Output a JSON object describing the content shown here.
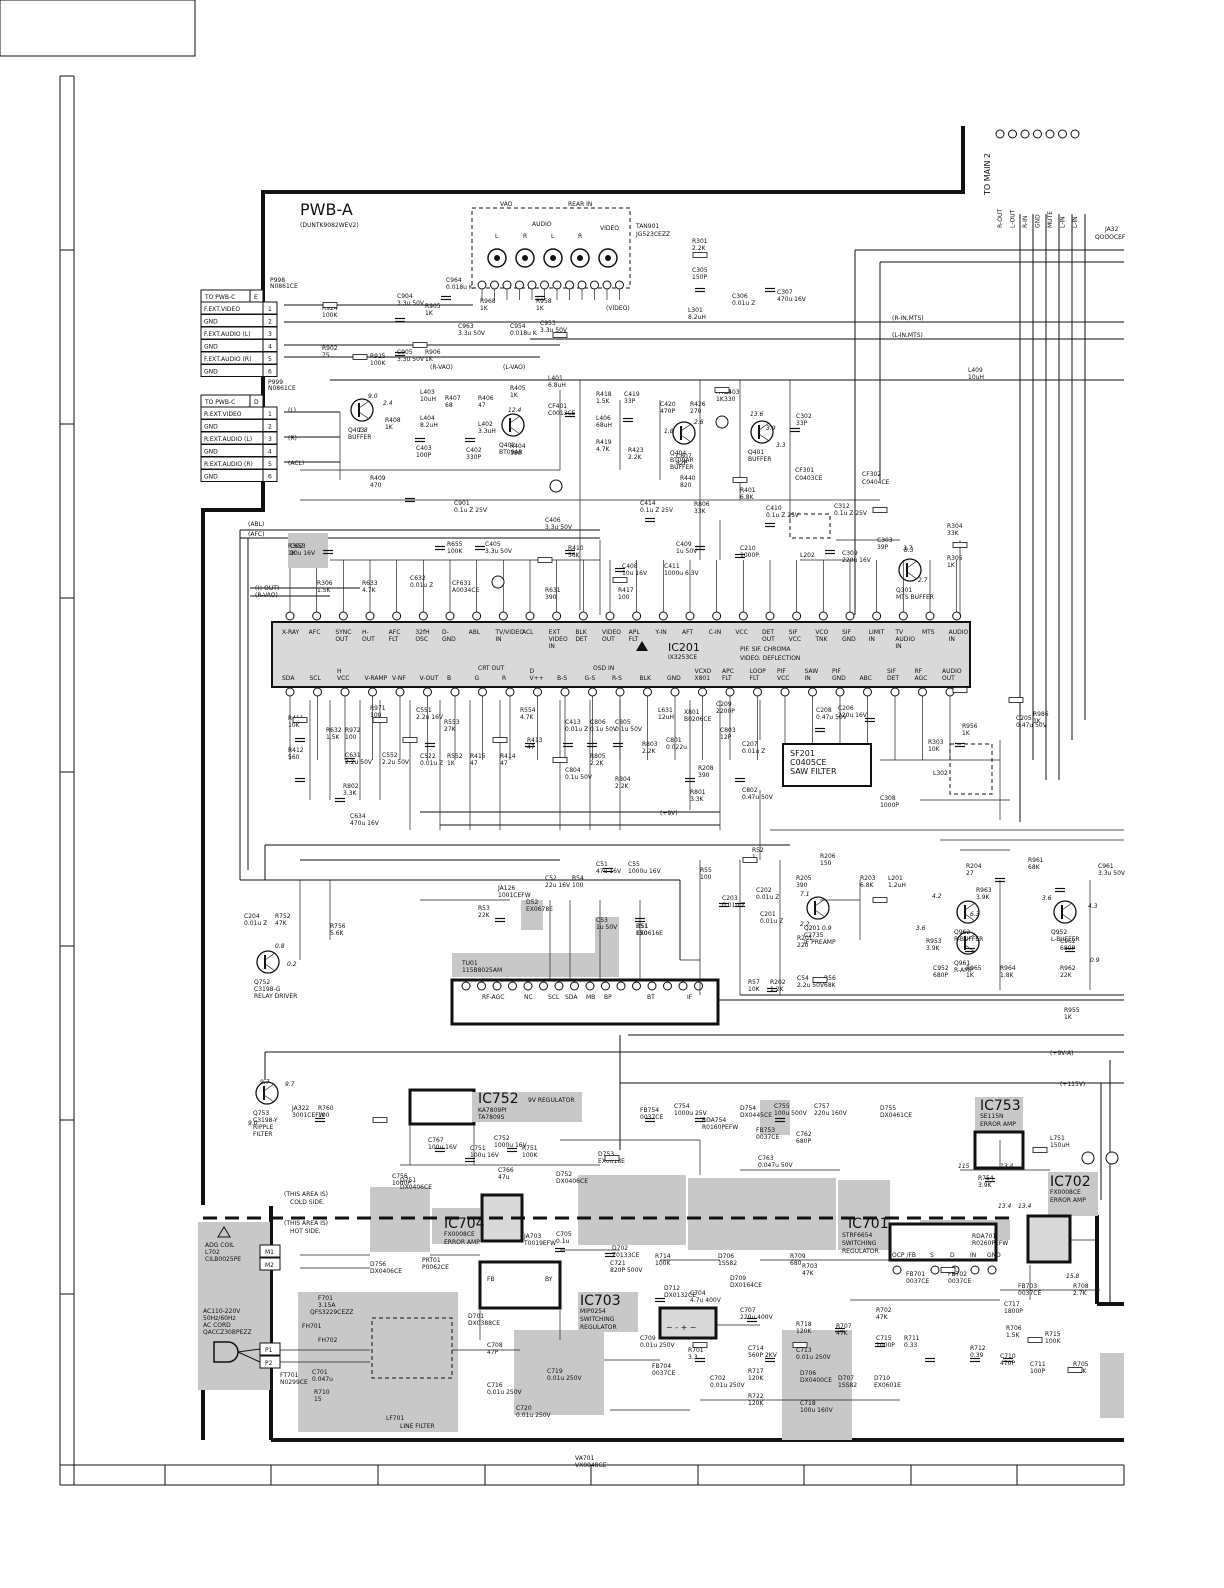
{
  "board": {
    "title": "PWB-A",
    "part": "(DUNTK9082WEV2)"
  },
  "top_right": {
    "to_main": "TO MAIN 2",
    "signals": [
      "R-OUT",
      "L-OUT",
      "R-IN",
      "GND",
      "MUTE",
      "L-IN",
      "L-IN"
    ],
    "connector": "JA32",
    "connector_part": "QOOOCEF"
  },
  "rear_in": {
    "vao": "VAO",
    "rear_in": "REAR IN",
    "audio": "AUDIO",
    "video": "VIDEO",
    "jack_letters": [
      "L",
      "R",
      "L",
      "R"
    ],
    "tan": "TAN901",
    "tan_part": "JG523CEZZ"
  },
  "connector_e": {
    "title": "TO PWB-C",
    "id": "E",
    "ref": "P998",
    "part": "N0861CE",
    "rows": [
      {
        "label": "F.EXT.VIDEO",
        "pin": "1"
      },
      {
        "label": "GND",
        "pin": "2"
      },
      {
        "label": "F.EXT.AUDIO (L)",
        "pin": "3"
      },
      {
        "label": "GND",
        "pin": "4"
      },
      {
        "label": "F.EXT.AUDIO (R)",
        "pin": "5"
      },
      {
        "label": "GND",
        "pin": "6"
      }
    ]
  },
  "connector_d": {
    "title": "TO PWB-C",
    "id": "D",
    "ref": "P999",
    "part": "N0861CE",
    "rows": [
      {
        "label": "R.EXT.VIDEO",
        "pin": "1"
      },
      {
        "label": "GND",
        "pin": "2"
      },
      {
        "label": "R.EXT.AUDIO (L)",
        "pin": "3"
      },
      {
        "label": "GND",
        "pin": "4"
      },
      {
        "label": "R.EXT.AUDIO (R)",
        "pin": "5"
      },
      {
        "label": "GND",
        "pin": "6"
      }
    ]
  },
  "ic201": {
    "ref": "IC201",
    "part": "IX3253CE",
    "desc1": "PIF. SIF. CHROMA",
    "desc2": "VIDEO. DEFLECTION",
    "top_pins": [
      "X-RAY",
      "AFC",
      "SYNC OUT",
      "H- OUT",
      "AFC FLT",
      "32fH OSC",
      "D- GND",
      "ABL",
      "TV/VIDEO IN",
      "ACL",
      "EXT VIDEO IN",
      "BLK DET",
      "VIDEO OUT",
      "APL FLT",
      "Y-IN",
      "AFT",
      "C-IN",
      "VCC",
      "DET OUT",
      "SIF VCC",
      "VCO TNK",
      "SIF GND",
      "LIMIT IN",
      "TV AUDIO IN",
      "MTS",
      "AUDIO IN"
    ],
    "bottom_pins": [
      "SDA",
      "SCL",
      "H VCC",
      "V-RAMP",
      "V-NF",
      "V-OUT",
      "B",
      "G",
      "R",
      "D V++",
      "B-S",
      "G-S",
      "R-S",
      "BLK",
      "GND",
      "VCXO X801",
      "APC FLT",
      "LOOP FLT",
      "PIF VCC",
      "SAW IN",
      "PIF GND",
      "ABC",
      "SIF DET",
      "RF AGC",
      "AUDIO OUT"
    ],
    "crt_out": "CRT OUT",
    "osd_in": "OSD IN"
  },
  "transistors": [
    {
      "ref": "Q403",
      "desc": "BUFFER"
    },
    {
      "ref": "Q402",
      "desc": "BT09AR"
    },
    {
      "ref": "Q404",
      "desc": "BT09AR",
      "desc2": "BUFFER"
    },
    {
      "ref": "Q401",
      "desc": "BUFFER"
    },
    {
      "ref": "Q301",
      "desc": "MTS BUFFER"
    },
    {
      "ref": "Q201",
      "desc": "C2735",
      "desc2": "IF  PREAMP"
    },
    {
      "ref": "Q752",
      "desc": "C3198-G",
      "desc2": "RELAY DRIVER"
    },
    {
      "ref": "Q753",
      "desc": "C3198-Y",
      "desc2": "RIPPLE",
      "desc3": "FILTER"
    },
    {
      "ref": "Q962",
      "desc": "R-BUFFER"
    },
    {
      "ref": "Q952",
      "desc": "L-BUFFER"
    },
    {
      "ref": "Q961",
      "desc": "R-AMP"
    }
  ],
  "filters": {
    "sf201": "SF201",
    "sf201_part": "C0405CE",
    "sf201_desc": "SAW FILTER",
    "cf301": "CF301",
    "cf301_part": "C0403CE",
    "cf302": "CF302",
    "cf302_part": "C0404CE",
    "l202": "L202",
    "l302": "L302"
  },
  "tuner": {
    "ref": "TU01",
    "part": "115B8025AM",
    "pins": [
      "RF-AGC",
      "NC",
      "SCL",
      "SDA",
      "MB",
      "BP",
      "BT",
      "IF"
    ]
  },
  "power": {
    "ic752": "IC752",
    "ic752_desc": "9V REGULATOR",
    "ic752_part1": "KA7809PI",
    "ic752_part2": "TA7809S",
    "ic753": "IC753",
    "ic753_part": "SE115N",
    "ic753_desc": "ERROR AMP",
    "ic702": "IC702",
    "ic702_part": "FX0008CE",
    "ic702_desc": "ERROR AMP",
    "ic701": "IC701",
    "ic701_part": "STRF6654",
    "ic701_desc1": "SWITCHING",
    "ic701_desc2": "REGULATOR",
    "ic703": "IC703",
    "ic703_part": "MIP0254",
    "ic703_desc1": "SWITCHING",
    "ic703_desc2": "REGULATOR",
    "ic704": "IC704",
    "ic704_part": "FX0008CE",
    "ic704_desc": "ERROR AMP",
    "cold_side": "(THIS AREA IS)",
    "cold_side2": "COLD SIDE.",
    "hot_side": "(THIS AREA IS)",
    "hot_side2": "HOT SIDE.",
    "rail_9v": "(+9V)",
    "rail_9va": "(+9V-A)",
    "rail_115v": "(+115V)",
    "ic701_pins": [
      "OCP /FB",
      "S",
      "D",
      "IN",
      "GND"
    ],
    "ic703_pins": [
      "FB",
      "BY"
    ]
  },
  "ac_input": {
    "degauss": "ADG COIL",
    "degauss_part": "L702",
    "degauss_part2": "CILB0025PE",
    "ac_desc1": "AC110-220V",
    "ac_desc2": "50Hz/60Hz",
    "ac_desc3": "AC CORD",
    "ac_desc4": "QACCZ30BPEZZ",
    "m1": "M1",
    "m2": "M2",
    "p1": "P1",
    "p2": "P2",
    "ft701": "FT701",
    "ft701_part": "N0299CE",
    "f701": "F701",
    "f701_rating": "3.15A",
    "f701_part": "QFS3229CEZZ",
    "lf701": "LF701",
    "lf701_desc": "LINE FILTER",
    "fh701": "FH701",
    "fh702": "FH702"
  },
  "misc_labels": [
    {
      "text": "(R-IN,MTS)"
    },
    {
      "text": "(L-IN,MTS)"
    },
    {
      "text": "(R-VAO)"
    },
    {
      "text": "(L-VAO)"
    },
    {
      "text": "(VIDEO)"
    },
    {
      "text": "(L)"
    },
    {
      "text": "(R)"
    },
    {
      "text": "(ACL)"
    },
    {
      "text": "(ABL)"
    },
    {
      "text": "(AFC)"
    },
    {
      "text": "(H-OUT)"
    },
    {
      "text": "(R-VAO)"
    },
    {
      "text": "(L-VAO)"
    }
  ],
  "components": [
    {
      "ref": "R924",
      "val": "100K"
    },
    {
      "ref": "R902",
      "val": "75"
    },
    {
      "ref": "R925",
      "val": "100K"
    },
    {
      "ref": "C904",
      "val": "3.3u 50V"
    },
    {
      "ref": "C905",
      "val": "3.3u 50V"
    },
    {
      "ref": "R905",
      "val": "1K"
    },
    {
      "ref": "R906",
      "val": "1K"
    },
    {
      "ref": "C964",
      "val": "0.018u K"
    },
    {
      "ref": "R968",
      "val": "1K"
    },
    {
      "ref": "R958",
      "val": "1K"
    },
    {
      "ref": "C963",
      "val": "3.3u 50V"
    },
    {
      "ref": "C953",
      "val": "3.3u 50V"
    },
    {
      "ref": "C954",
      "val": "0.018u K"
    },
    {
      "ref": "R301",
      "val": "2.2K"
    },
    {
      "ref": "C305",
      "val": "150P"
    },
    {
      "ref": "C306",
      "val": "0.01u Z"
    },
    {
      "ref": "C307",
      "val": "470u 16V"
    },
    {
      "ref": "L301",
      "val": "8.2uH"
    },
    {
      "ref": "L409",
      "val": "10uH"
    },
    {
      "ref": "R408",
      "val": "1K"
    },
    {
      "ref": "L403",
      "val": "10uH"
    },
    {
      "ref": "L404",
      "val": "8.2uH"
    },
    {
      "ref": "R407",
      "val": "68"
    },
    {
      "ref": "R406",
      "val": "47"
    },
    {
      "ref": "L402",
      "val": "3.3uH"
    },
    {
      "ref": "R405",
      "val": "1K"
    },
    {
      "ref": "L401",
      "val": "6.8uH"
    },
    {
      "ref": "CF401",
      "val": "C0013CE"
    },
    {
      "ref": "R404",
      "val": "390"
    },
    {
      "ref": "R418",
      "val": "1.5K"
    },
    {
      "ref": "C419",
      "val": "33P"
    },
    {
      "ref": "C420",
      "val": "470P"
    },
    {
      "ref": "R426",
      "val": "270"
    },
    {
      "ref": "L406",
      "val": "68uH"
    },
    {
      "ref": "R419",
      "val": "4.7K"
    },
    {
      "ref": "R423",
      "val": "2.2K"
    },
    {
      "ref": "R416",
      "val": "1K"
    },
    {
      "ref": "R403",
      "val": "330"
    },
    {
      "ref": "C302",
      "val": "33P"
    },
    {
      "ref": "C403",
      "val": "100P"
    },
    {
      "ref": "C402",
      "val": "330P"
    },
    {
      "ref": "C807",
      "val": "82P"
    },
    {
      "ref": "R440",
      "val": "820"
    },
    {
      "ref": "R401",
      "val": "6.8K"
    },
    {
      "ref": "R806",
      "val": "33K"
    },
    {
      "ref": "R409",
      "val": "470"
    },
    {
      "ref": "C901",
      "val": "0.1u Z 25V"
    },
    {
      "ref": "C414",
      "val": "0.1u Z 25V"
    },
    {
      "ref": "C410",
      "val": "0.1u Z 25V"
    },
    {
      "ref": "C312",
      "val": "0.1u Z 25V"
    },
    {
      "ref": "R302",
      "val": "1K"
    },
    {
      "ref": "C653",
      "val": "10u 16V"
    },
    {
      "ref": "R655",
      "val": "100K"
    },
    {
      "ref": "C405",
      "val": "3.3u 50V"
    },
    {
      "ref": "C406",
      "val": "3.3u 50V"
    },
    {
      "ref": "R410",
      "val": "56K"
    },
    {
      "ref": "C408",
      "val": "10u 16V"
    },
    {
      "ref": "C409",
      "val": "1u 50V"
    },
    {
      "ref": "C411",
      "val": "1000u 6.3V"
    },
    {
      "ref": "C210",
      "val": "1000P"
    },
    {
      "ref": "C309",
      "val": "220u 16V"
    },
    {
      "ref": "C303",
      "val": "39P"
    },
    {
      "ref": "R304",
      "val": "33K"
    },
    {
      "ref": "R305",
      "val": "1K"
    },
    {
      "ref": "R306",
      "val": "1.5K"
    },
    {
      "ref": "R633",
      "val": "4.7K"
    },
    {
      "ref": "C632",
      "val": "0.01u Z"
    },
    {
      "ref": "CF631",
      "val": "A0034CE"
    },
    {
      "ref": "R631",
      "val": "390"
    },
    {
      "ref": "R417",
      "val": "100"
    },
    {
      "ref": "R411",
      "val": "10K"
    },
    {
      "ref": "R632",
      "val": "1.5K"
    },
    {
      "ref": "R972",
      "val": "100"
    },
    {
      "ref": "R971",
      "val": "100"
    },
    {
      "ref": "C551",
      "val": "2.2u 16V"
    },
    {
      "ref": "R553",
      "val": "27K"
    },
    {
      "ref": "R554",
      "val": "4.7K"
    },
    {
      "ref": "R412",
      "val": "560"
    },
    {
      "ref": "C631",
      "val": "2.2u 50V"
    },
    {
      "ref": "C552",
      "val": "2.2u 50V"
    },
    {
      "ref": "C522",
      "val": "0.01u Z"
    },
    {
      "ref": "R552",
      "val": "1K"
    },
    {
      "ref": "R415",
      "val": "47"
    },
    {
      "ref": "R414",
      "val": "47"
    },
    {
      "ref": "R413",
      "val": "47"
    },
    {
      "ref": "C413",
      "val": "0.01u Z"
    },
    {
      "ref": "C806",
      "val": "0.1u 50V"
    },
    {
      "ref": "C805",
      "val": "0.1u 50V"
    },
    {
      "ref": "C804",
      "val": "0.1u 50V"
    },
    {
      "ref": "R805",
      "val": "2.2K"
    },
    {
      "ref": "R804",
      "val": "2.2K"
    },
    {
      "ref": "R803",
      "val": "2.2K"
    },
    {
      "ref": "R802",
      "val": "3.3K"
    },
    {
      "ref": "C634",
      "val": "470u 16V"
    },
    {
      "ref": "L631",
      "val": "12uH"
    },
    {
      "ref": "X801",
      "val": "B0206CE"
    },
    {
      "ref": "C801",
      "val": "0.022u"
    },
    {
      "ref": "C803",
      "val": "12P"
    },
    {
      "ref": "C209",
      "val": "2200P"
    },
    {
      "ref": "C207",
      "val": "0.01u Z"
    },
    {
      "ref": "R208",
      "val": "390"
    },
    {
      "ref": "R801",
      "val": "3.3K"
    },
    {
      "ref": "C802",
      "val": "0.47u 50V"
    },
    {
      "ref": "C208",
      "val": "0.47u 50V"
    },
    {
      "ref": "C206",
      "val": "220u 16V"
    },
    {
      "ref": "C205",
      "val": "0.47u 50V"
    },
    {
      "ref": "R986",
      "val": "1K"
    },
    {
      "ref": "R956",
      "val": "1K"
    },
    {
      "ref": "R303",
      "val": "10K"
    },
    {
      "ref": "C308",
      "val": "1000P"
    },
    {
      "ref": "C204",
      "val": "0.01u Z"
    },
    {
      "ref": "R752",
      "val": "47K"
    },
    {
      "ref": "R756",
      "val": "5.6K"
    },
    {
      "ref": "JA126",
      "val": "1001CEFW"
    },
    {
      "ref": "D52",
      "val": "EX0678E"
    },
    {
      "ref": "R53",
      "val": "22K"
    },
    {
      "ref": "C53",
      "val": "1u 50V"
    },
    {
      "ref": "R51",
      "val": "150"
    },
    {
      "ref": "D51",
      "val": "EX0616E"
    },
    {
      "ref": "C51",
      "val": "47u 16V"
    },
    {
      "ref": "C55",
      "val": "1000u 16V"
    },
    {
      "ref": "C52",
      "val": "22u 16V"
    },
    {
      "ref": "R54",
      "val": "100"
    },
    {
      "ref": "R55",
      "val": "100"
    },
    {
      "ref": "R52",
      "val": "1"
    },
    {
      "ref": "R206",
      "val": "150"
    },
    {
      "ref": "R205",
      "val": "390"
    },
    {
      "ref": "R203",
      "val": "6.8K"
    },
    {
      "ref": "L201",
      "val": "1.2uH"
    },
    {
      "ref": "C203",
      "val": "0.01u Z"
    },
    {
      "ref": "C202",
      "val": "0.01u Z"
    },
    {
      "ref": "C201",
      "val": "0.01u Z"
    },
    {
      "ref": "R201",
      "val": "220"
    },
    {
      "ref": "R202",
      "val": "1.2K"
    },
    {
      "ref": "C54",
      "val": "2.2u 50V"
    },
    {
      "ref": "R57",
      "val": "10K"
    },
    {
      "ref": "R56",
      "val": "68K"
    },
    {
      "ref": "R204",
      "val": "27"
    },
    {
      "ref": "R963",
      "val": "3.9K"
    },
    {
      "ref": "R961",
      "val": "68K"
    },
    {
      "ref": "C961",
      "val": "3.3u 50V"
    },
    {
      "ref": "R953",
      "val": "3.9K"
    },
    {
      "ref": "C962",
      "val": "680P"
    },
    {
      "ref": "C952",
      "val": "680P"
    },
    {
      "ref": "R965",
      "val": "1K"
    },
    {
      "ref": "R964",
      "val": "1.8K"
    },
    {
      "ref": "R962",
      "val": "22K"
    },
    {
      "ref": "R955",
      "val": "1K"
    },
    {
      "ref": "JA322",
      "val": "3001CEFW"
    },
    {
      "ref": "R760",
      "val": "100"
    },
    {
      "ref": "C767",
      "val": "100u 16V"
    },
    {
      "ref": "C751",
      "val": "100u 16V"
    },
    {
      "ref": "C752",
      "val": "1000u 16V"
    },
    {
      "ref": "C766",
      "val": "47u"
    },
    {
      "ref": "R751",
      "val": "100K"
    },
    {
      "ref": "D752",
      "val": "DX0406CE"
    },
    {
      "ref": "D753",
      "val": "EX0618E"
    },
    {
      "ref": "FB754",
      "val": "0037CE"
    },
    {
      "ref": "C754",
      "val": "1000u 25V"
    },
    {
      "ref": "RDA754",
      "val": "R0160PEFW"
    },
    {
      "ref": "D754",
      "val": "DX0445CE"
    },
    {
      "ref": "C755",
      "val": "100u 500V"
    },
    {
      "ref": "C757",
      "val": "220u 160V"
    },
    {
      "ref": "C762",
      "val": "680P"
    },
    {
      "ref": "D755",
      "val": "DX0461CE"
    },
    {
      "ref": "L751",
      "val": "150uH"
    },
    {
      "ref": "R754",
      "val": "3.9K"
    },
    {
      "ref": "C763",
      "val": "0.047u 50V"
    },
    {
      "ref": "FB753",
      "val": "0037CE"
    },
    {
      "ref": "C756",
      "val": "1000P"
    },
    {
      "ref": "D751",
      "val": "DX0406CE"
    },
    {
      "ref": "D756",
      "val": "DX0406CE"
    },
    {
      "ref": "PRT01",
      "val": "P0062CE"
    },
    {
      "ref": "JA703",
      "val": "T0019EFW"
    },
    {
      "ref": "C705",
      "val": "0.1u"
    },
    {
      "ref": "D702",
      "val": "Z0133CE"
    },
    {
      "ref": "C721",
      "val": "820P 500V"
    },
    {
      "ref": "R714",
      "val": "100K"
    },
    {
      "ref": "D712",
      "val": "DX0132CE"
    },
    {
      "ref": "C704",
      "val": "4.7u 400V"
    },
    {
      "ref": "D701",
      "val": "DX0388CE"
    },
    {
      "ref": "C708",
      "val": "47P"
    },
    {
      "ref": "C716",
      "val": "0.01u 250V"
    },
    {
      "ref": "C719",
      "val": "0.01u 250V"
    },
    {
      "ref": "C720",
      "val": "0.01u 250V"
    },
    {
      "ref": "C709",
      "val": "0.01u 250V"
    },
    {
      "ref": "FB704",
      "val": "0037CE"
    },
    {
      "ref": "R701",
      "val": "3.3"
    },
    {
      "ref": "C702",
      "val": "0.01u 250V"
    },
    {
      "ref": "C707",
      "val": "220u 400V"
    },
    {
      "ref": "C714",
      "val": "560P 2KV"
    },
    {
      "ref": "R717",
      "val": "120K"
    },
    {
      "ref": "R722",
      "val": "120K"
    },
    {
      "ref": "R718",
      "val": "120K"
    },
    {
      "ref": "C713",
      "val": "0.01u 250V"
    },
    {
      "ref": "D706",
      "val": "DX0400CE"
    },
    {
      "ref": "C718",
      "val": "100u 160V"
    },
    {
      "ref": "R703",
      "val": "47K"
    },
    {
      "ref": "R707",
      "val": "47K"
    },
    {
      "ref": "R702",
      "val": "47K"
    },
    {
      "ref": "C715",
      "val": "1000P"
    },
    {
      "ref": "D707",
      "val": "1SS82"
    },
    {
      "ref": "D710",
      "val": "EX0601E"
    },
    {
      "ref": "R711",
      "val": "0.33"
    },
    {
      "ref": "R712",
      "val": "0.39"
    },
    {
      "ref": "C710",
      "val": "470P"
    },
    {
      "ref": "C711",
      "val": "100P"
    },
    {
      "ref": "C717",
      "val": "1800P"
    },
    {
      "ref": "R706",
      "val": "1.5K"
    },
    {
      "ref": "R715",
      "val": "100K"
    },
    {
      "ref": "R705",
      "val": "1.2K"
    },
    {
      "ref": "R708",
      "val": "2.7K"
    },
    {
      "ref": "FB701",
      "val": "0037CE"
    },
    {
      "ref": "FB702",
      "val": "0037CE"
    },
    {
      "ref": "RDA701",
      "val": "R0260PEFW"
    },
    {
      "ref": "D709",
      "val": "DX0164CE"
    },
    {
      "ref": "FB703",
      "val": "0037CE"
    },
    {
      "ref": "R709",
      "val": "680"
    },
    {
      "ref": "D706",
      "val": "1SS82"
    },
    {
      "ref": "R710",
      "val": "15"
    },
    {
      "ref": "C701",
      "val": "0.047u"
    },
    {
      "ref": "VA701",
      "val": "VX0048CE"
    }
  ],
  "voltages": [
    "9.0",
    "2.4",
    "1.8",
    "12.4",
    "13.6",
    "3.9",
    "3.3",
    "1.8",
    "2.6",
    "8.3",
    "3.7",
    "2.7",
    "0.8",
    "0.2",
    "9.7",
    "9.7",
    "9.0",
    "4.2",
    "6.3",
    "3.6",
    "3.6",
    "0.9",
    "4.3",
    "7.1",
    "0.9",
    "2.2",
    "115",
    "13.4",
    "13.4",
    "13.4",
    "15.8"
  ],
  "grid": {
    "columns": [
      "",
      "",
      "",
      "",
      "",
      "",
      "",
      "",
      "",
      ""
    ]
  }
}
